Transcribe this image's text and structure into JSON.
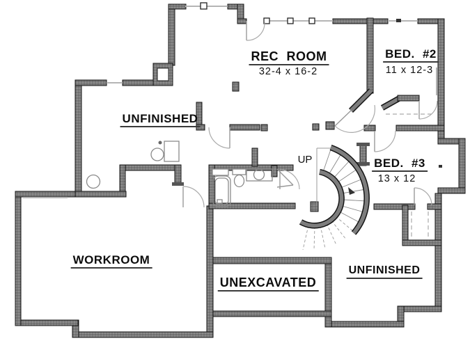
{
  "plan_type": "floor-plan",
  "rooms": {
    "rec_room": {
      "name": "REC ROOM",
      "dimensions": "32-4 x 16-2"
    },
    "bed_2": {
      "name": "BED. #2",
      "dimensions": "11 x 12-3"
    },
    "unfinished_upper": {
      "name": "UNFINISHED"
    },
    "bed_3": {
      "name": "BED. #3",
      "dimensions": "13 x 12"
    },
    "workroom": {
      "name": "WORKROOM"
    },
    "unexcavated": {
      "name": "UNEXCAVATED"
    },
    "unfinished_lower": {
      "name": "UNFINISHED"
    }
  },
  "stairs": {
    "direction_label": "UP"
  },
  "fixtures": [
    "bathtub",
    "toilet",
    "sink-vanity",
    "medicine-cabinet",
    "water-heater",
    "furnace",
    "sump-pump",
    "chimney",
    "curved-staircase"
  ],
  "colors": {
    "background": "#ffffff",
    "wall_fill": "#7d7d7d",
    "wall_edge": "#141414",
    "thin_line": "#999999",
    "text": "#0d0d0d"
  }
}
